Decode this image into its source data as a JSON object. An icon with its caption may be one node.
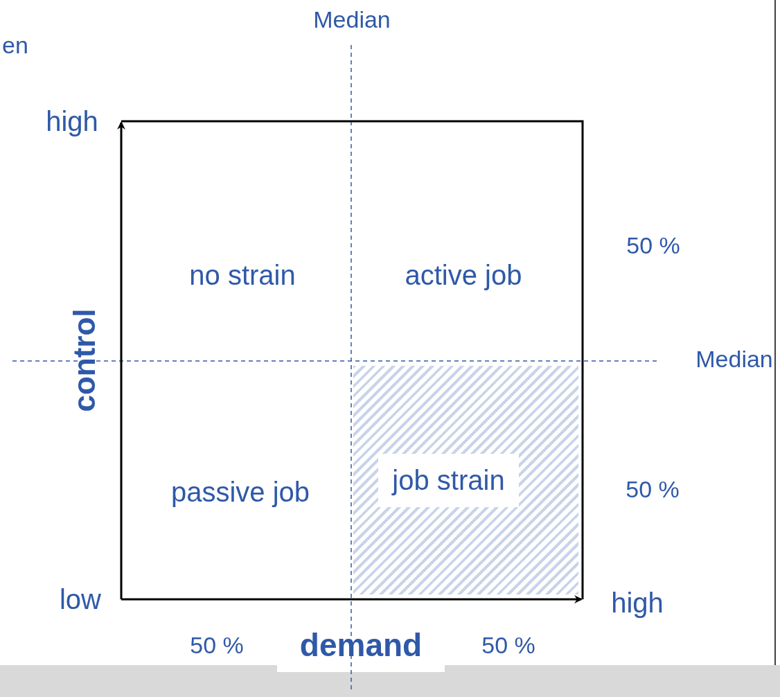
{
  "diagram": {
    "nodes": [
      {
        "text": [
          "job strain"
        ]
      }
    ],
    "labels": [
      "en",
      "Median",
      "high",
      "50 %",
      "no strain",
      "active job",
      "control",
      "Median",
      "passive job",
      "50 %",
      "low",
      "high",
      "50 %",
      "demand",
      "50 %"
    ]
  }
}
